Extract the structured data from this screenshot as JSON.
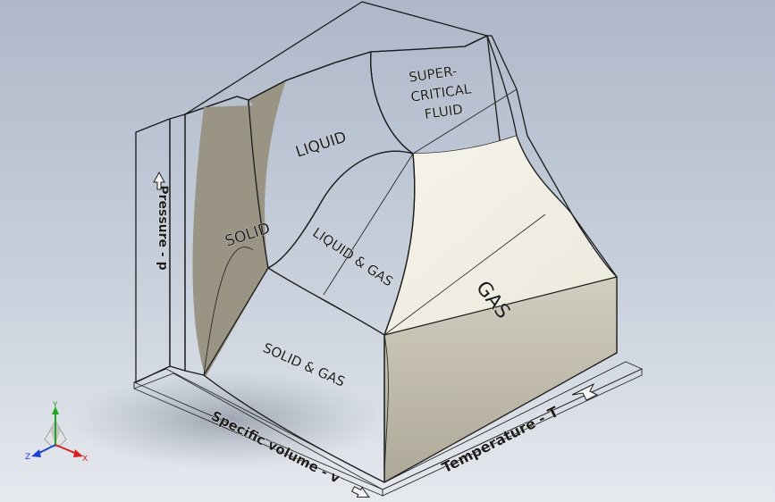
{
  "regions": {
    "solid": "SOLID",
    "liquid": "LIQUID",
    "supercritical_line1": "SUPER-",
    "supercritical_line2": "CRITICAL",
    "supercritical_line3": "FLUID",
    "liquid_gas": "LIQUID & GAS",
    "solid_gas": "SOLID & GAS",
    "gas": "GAS"
  },
  "axes": {
    "pressure": "Pressure - p",
    "specific_volume": "Specific volume - v",
    "temperature": "Temperature - T"
  },
  "triad": {
    "x": "X",
    "y": "Y",
    "z": "Z"
  },
  "colors": {
    "surface_light": "#f3f0e3",
    "surface_dark": "#8d877a",
    "triad_x": "#d42020",
    "triad_y": "#1fa51f",
    "triad_z": "#2040d0"
  }
}
